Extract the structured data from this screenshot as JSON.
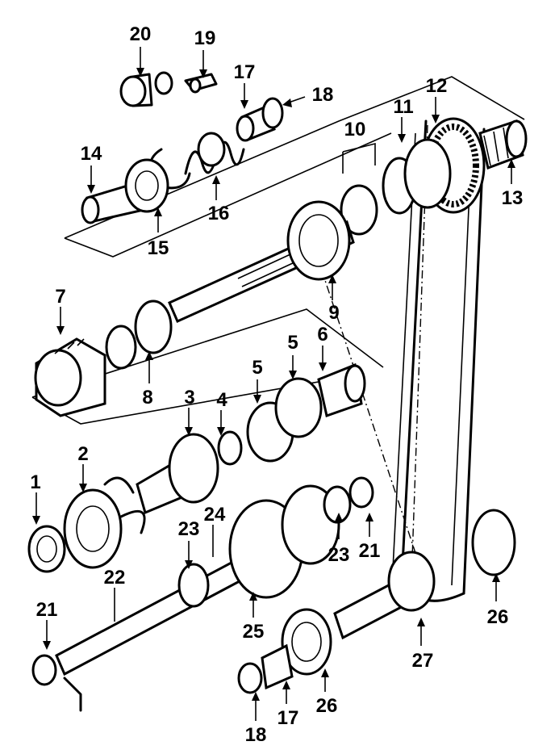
{
  "diagram": {
    "callouts": [
      {
        "id": "c-20",
        "text": "20"
      },
      {
        "id": "c-19",
        "text": "19"
      },
      {
        "id": "c-17a",
        "text": "17"
      },
      {
        "id": "c-18a",
        "text": "18"
      },
      {
        "id": "c-14",
        "text": "14"
      },
      {
        "id": "c-16",
        "text": "16"
      },
      {
        "id": "c-15",
        "text": "15"
      },
      {
        "id": "c-10",
        "text": "10"
      },
      {
        "id": "c-11",
        "text": "11"
      },
      {
        "id": "c-12",
        "text": "12"
      },
      {
        "id": "c-13",
        "text": "13"
      },
      {
        "id": "c-9",
        "text": "9"
      },
      {
        "id": "c-7",
        "text": "7"
      },
      {
        "id": "c-8",
        "text": "8"
      },
      {
        "id": "c-5a",
        "text": "5"
      },
      {
        "id": "c-6",
        "text": "6"
      },
      {
        "id": "c-5b",
        "text": "5"
      },
      {
        "id": "c-3",
        "text": "3"
      },
      {
        "id": "c-4",
        "text": "4"
      },
      {
        "id": "c-1",
        "text": "1"
      },
      {
        "id": "c-2",
        "text": "2"
      },
      {
        "id": "c-23a",
        "text": "23"
      },
      {
        "id": "c-24",
        "text": "24"
      },
      {
        "id": "c-23b",
        "text": "23"
      },
      {
        "id": "c-21a",
        "text": "21"
      },
      {
        "id": "c-22",
        "text": "22"
      },
      {
        "id": "c-25",
        "text": "25"
      },
      {
        "id": "c-26a",
        "text": "26"
      },
      {
        "id": "c-27",
        "text": "27"
      },
      {
        "id": "c-21b",
        "text": "21"
      },
      {
        "id": "c-18b",
        "text": "18"
      },
      {
        "id": "c-17b",
        "text": "17"
      },
      {
        "id": "c-26b",
        "text": "26"
      }
    ]
  }
}
